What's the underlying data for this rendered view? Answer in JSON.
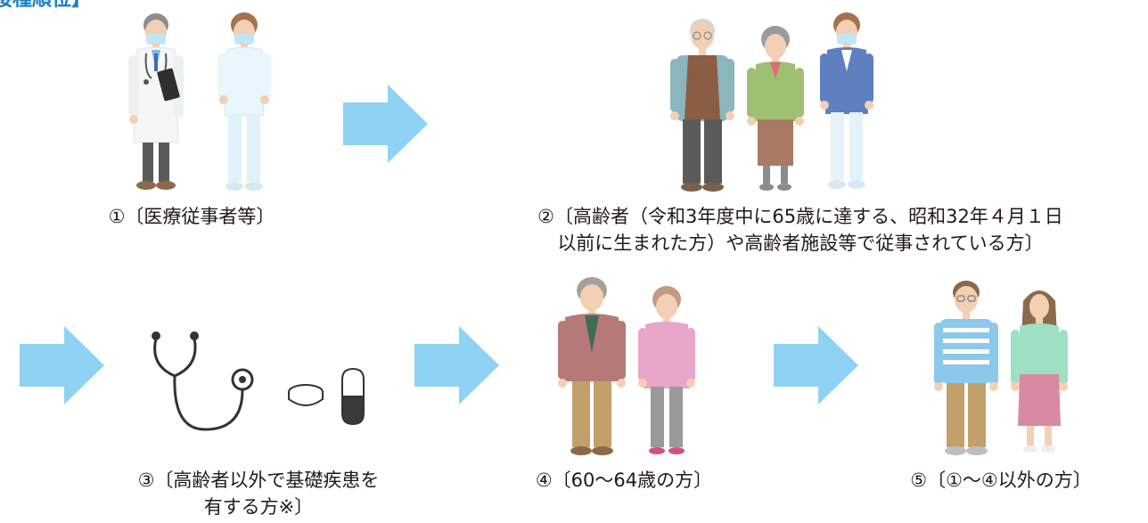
{
  "header": {
    "title_fragment": "接種順位】"
  },
  "groups": [
    {
      "id": 1,
      "label_lines": [
        "①〔医療従事者等〕"
      ]
    },
    {
      "id": 2,
      "label_lines": [
        "②〔高齢者（令和3年度中に65歳に達する、昭和32年４月１日",
        "以前に生まれた方）や高齢者施設等で従事されている方〕"
      ]
    },
    {
      "id": 3,
      "label_lines": [
        "③〔高齢者以外で基礎疾患を",
        "有する方※〕"
      ]
    },
    {
      "id": 4,
      "label_lines": [
        "④〔60～64歳の方〕"
      ]
    },
    {
      "id": 5,
      "label_lines": [
        "⑤〔①～④以外の方〕"
      ]
    }
  ],
  "colors": {
    "arrow": "#8fd3f4",
    "title": "#1a7ec5"
  },
  "icons": [
    "doctor-figure",
    "nurse-figure",
    "elderly-man-figure",
    "elderly-woman-figure",
    "caregiver-figure",
    "stethoscope-icon",
    "pill-tablet-icon",
    "capsule-icon",
    "senior-man-figure",
    "senior-woman-figure",
    "young-man-figure",
    "young-woman-figure",
    "right-arrow-icon"
  ]
}
